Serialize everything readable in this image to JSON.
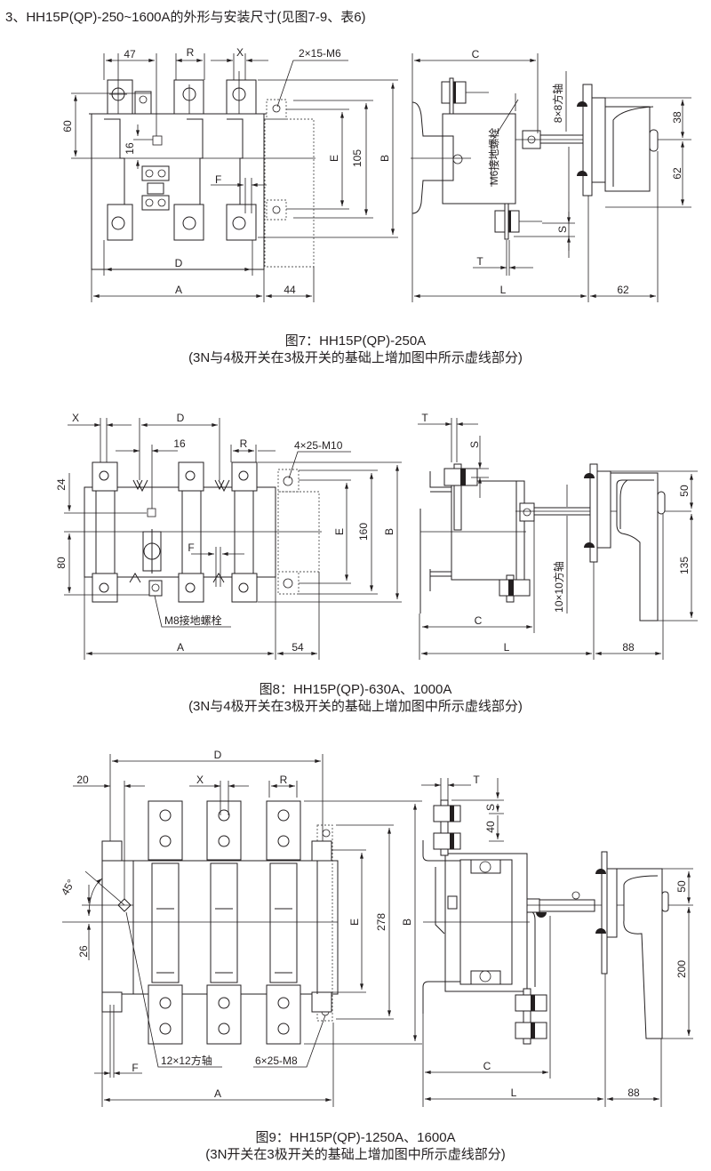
{
  "heading": "3、HH15P(QP)-250~1600A的外形与安装尺寸(见图7-9、表6)",
  "figures": [
    {
      "id": "fig7",
      "caption_title": "图7：HH15P(QP)-250A",
      "caption_note": "(3N与4极开关在3极开关的基础上增加图中所示虚线部分)",
      "front_labels": {
        "d47": "47",
        "R": "R",
        "X": "X",
        "holes": "2×15-M6",
        "d60": "60",
        "d16": "16",
        "F": "F",
        "E": "E",
        "d105": "105",
        "B": "B",
        "D": "D",
        "A": "A",
        "d44": "44"
      },
      "side_labels": {
        "C": "C",
        "shaft": "8×8方轴",
        "ground": "M6接地螺栓",
        "d38": "38",
        "d62v": "62",
        "S": "S",
        "T": "T",
        "L": "L",
        "d62h": "62"
      }
    },
    {
      "id": "fig8",
      "caption_title": "图8：HH15P(QP)-630A、1000A",
      "caption_note": "(3N与4极开关在3极开关的基础上增加图中所示虚线部分)",
      "front_labels": {
        "X": "X",
        "D": "D",
        "d16": "16",
        "R": "R",
        "holes": "4×25-M10",
        "d24": "24",
        "d80": "80",
        "F": "F",
        "E": "E",
        "d160": "160",
        "B": "B",
        "ground": "M8接地螺栓",
        "A": "A",
        "d54": "54"
      },
      "side_labels": {
        "T": "T",
        "S": "S",
        "shaft": "10×10方轴",
        "d50": "50",
        "d135": "135",
        "C": "C",
        "L": "L",
        "d88": "88"
      }
    },
    {
      "id": "fig9",
      "caption_title": "图9：HH15P(QP)-1250A、1600A",
      "caption_note": "(3N开关在3极开关的基础上增加图中所示虚线部分)",
      "front_labels": {
        "D": "D",
        "d20": "20",
        "X": "X",
        "R": "R",
        "angle": "45°",
        "d26": "26",
        "E": "E",
        "d278": "278",
        "B": "B",
        "F": "F",
        "shaft": "12×12方轴",
        "holes": "6×25-M8",
        "A": "A"
      },
      "side_labels": {
        "T": "T",
        "S": "S",
        "d40": "40",
        "d50": "50",
        "d200": "200",
        "C": "C",
        "L": "L",
        "d88": "88"
      }
    }
  ]
}
